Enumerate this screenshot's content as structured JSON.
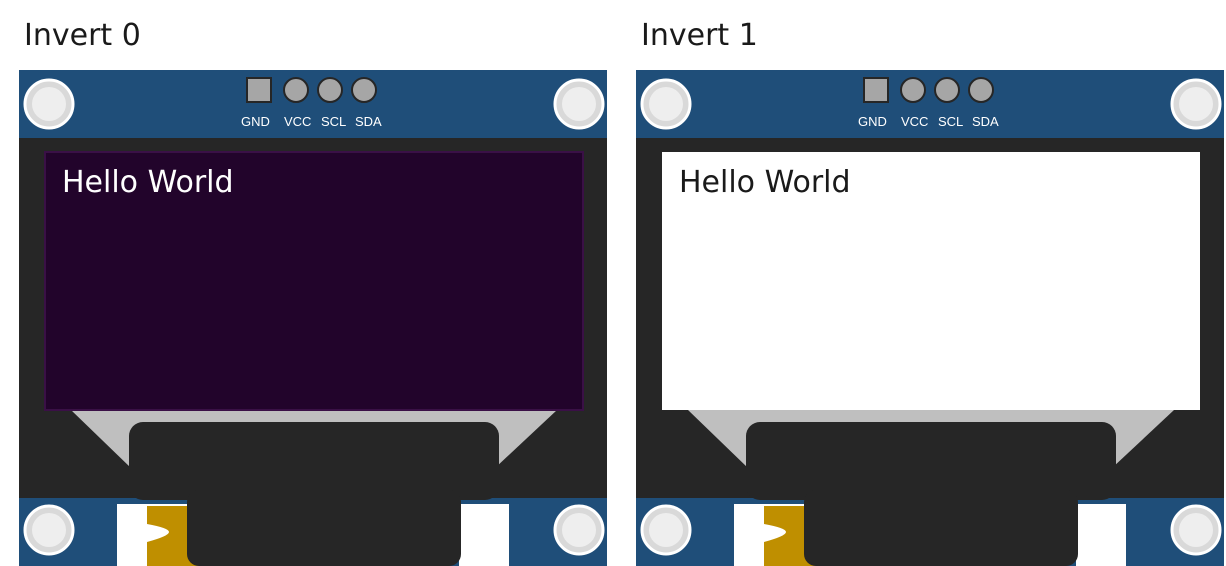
{
  "panels": [
    {
      "title": "Invert 0",
      "screen_text": "Hello World",
      "pins": [
        "GND",
        "VCC",
        "SCL",
        "SDA"
      ]
    },
    {
      "title": "Invert 1",
      "screen_text": "Hello World",
      "pins": [
        "GND",
        "VCC",
        "SCL",
        "SDA"
      ]
    }
  ],
  "colors": {
    "pcb_blue": "#1f4e79",
    "bezel": "#262626",
    "screen_off": "#22042b",
    "screen_on": "#ffffff",
    "text_on_dark": "#ffffff",
    "text_on_light": "#1a1a1a",
    "flex_cable": "#bfbfbf",
    "gold_contact": "#bf8f00",
    "pin_fill": "#a6a6a6",
    "mount_hole": "#d9d9d9"
  }
}
